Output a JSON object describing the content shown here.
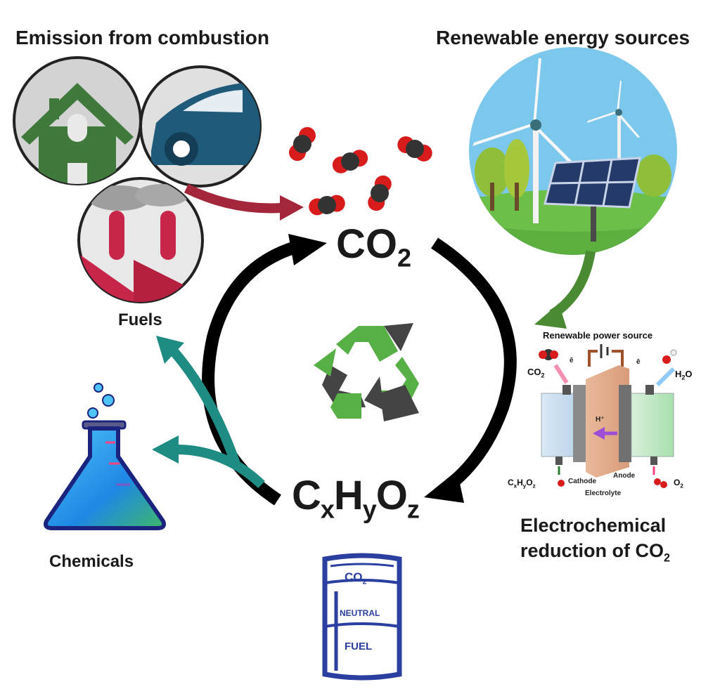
{
  "titles": {
    "emission": "Emission from combustion",
    "renewable": "Renewable energy sources"
  },
  "labels": {
    "fuels": "Fuels",
    "chemicals": "Chemicals",
    "electro_line1": "Electrochemical",
    "electro_line2": "reduction of CO",
    "electro_sub": "2",
    "co2_main": "CO",
    "co2_main_sub": "2"
  },
  "product": {
    "c": "C",
    "x": "x",
    "h": "H",
    "y": "y",
    "o": "O",
    "z": "z"
  },
  "cell": {
    "power_source": "Renewable power source",
    "co2": "CO",
    "co2_sub": "2",
    "h2o_h": "H",
    "h2o_sub": "2",
    "h2o_o": "O",
    "e_left": "ē",
    "e_right": "ē",
    "proton": "H⁺",
    "product_c": "C",
    "product_x": "x",
    "product_h": "H",
    "product_y": "y",
    "product_o": "O",
    "product_z": "z",
    "cathode": "Cathode",
    "anode": "Anode",
    "electrolyte": "Electrolyte",
    "o2": "O",
    "o2_sub": "2"
  },
  "barrel": {
    "line1": "CO",
    "line1_sub": "2",
    "line2": "NEUTRAL",
    "line3": "FUEL"
  },
  "colors": {
    "cycle_arrow": "#000000",
    "emission_arrow": "#a3263a",
    "renewable_arrow": "#4a8a32",
    "product_arrow": "#1f8c84",
    "recycle_green": "#56b046",
    "recycle_dark": "#444444",
    "house_green": "#3f7a3c",
    "car_blue": "#1f5a7a",
    "factory_red": "#c8254a",
    "sky_blue": "#7cc8ec",
    "barrel_blue": "#2a3fa0",
    "flask_blue": "#3aa8e6"
  }
}
